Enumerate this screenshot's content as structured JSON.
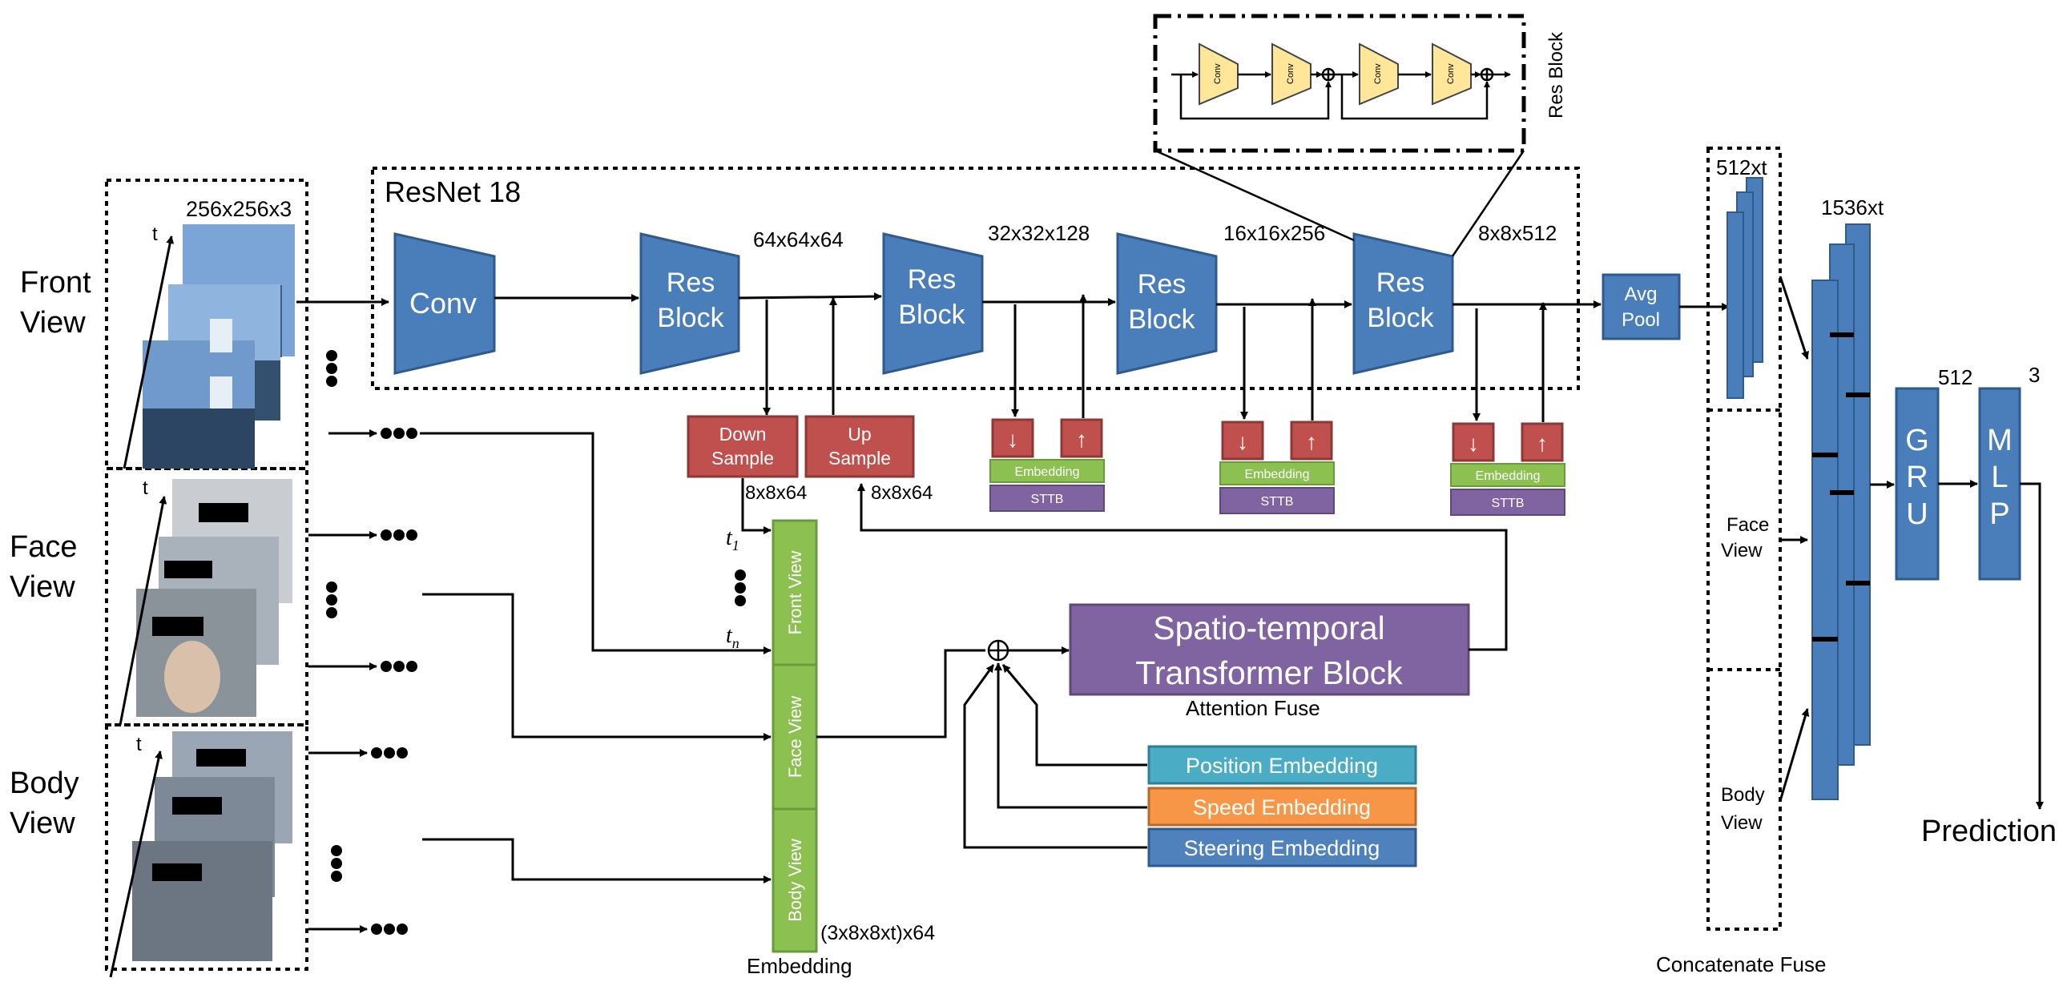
{
  "views": {
    "front": "Front\nView",
    "face": "Face\nView",
    "body": "Body\nView",
    "time_axis": "t",
    "input_size": "256x256x3"
  },
  "resnet": {
    "title": "ResNet 18",
    "conv": "Conv",
    "blocks": [
      "Res\nBlock",
      "Res\nBlock",
      "Res\nBlock",
      "Res\nBlock"
    ],
    "dims": [
      "64x64x64",
      "32x32x128",
      "16x16x256",
      "8x8x512"
    ],
    "avg_pool": "Avg\nPool"
  },
  "res_block_detail": {
    "title": "Res Block",
    "conv": "Conv"
  },
  "sampling": {
    "down": "Down\nSample",
    "up": "Up\nSample",
    "down_dim": "8x8x64",
    "up_dim": "8x8x64",
    "down_symbol": "↓",
    "up_symbol": "↑",
    "embedding": "Embedding",
    "sttb": "STTB"
  },
  "embedding": {
    "front": "Front View",
    "face": "Face View",
    "body": "Body View",
    "dim": "(3x8x8xt)x64",
    "label": "Embedding",
    "t1": "t",
    "t1_sub": "1",
    "tn": "t",
    "tn_sub": "n"
  },
  "fusion": {
    "transformer": "Spatio-temporal\nTransformer Block",
    "attention_fuse": "Attention Fuse",
    "position": "Position Embedding",
    "speed": "Speed Embedding",
    "steering": "Steering Embedding"
  },
  "concat": {
    "dim_512": "512xt",
    "dim_1536": "1536xt",
    "face_view": "Face\nView",
    "body_view": "Body\nView",
    "label": "Concatenate Fuse"
  },
  "head": {
    "gru": "G\nR\nU",
    "mlp": "M\nL\nP",
    "gru_dim": "512",
    "mlp_dim": "3",
    "prediction": "Prediction"
  },
  "colors": {
    "blue": "#4a7ebb",
    "blue_stroke": "#2f5a8e",
    "red": "#c0504d",
    "green": "#8cc152",
    "purple": "#8064a2",
    "cyan": "#4bacc6",
    "orange": "#f79646",
    "steering": "#4f81bd",
    "conv_yellow": "#ffe699"
  }
}
